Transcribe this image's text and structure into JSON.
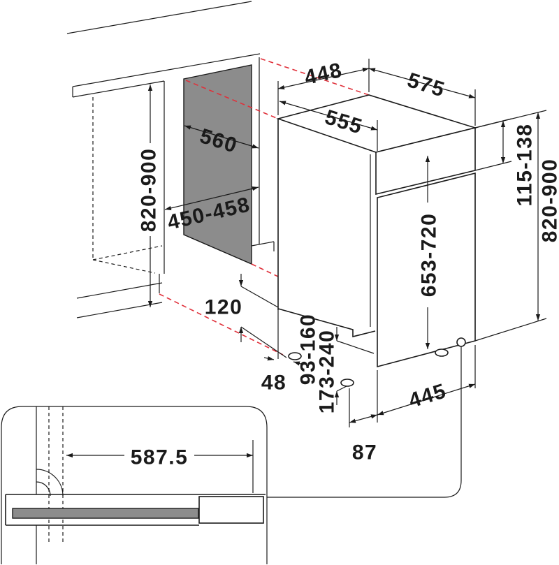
{
  "diagram": {
    "labels": {
      "d448": "448",
      "d575": "575",
      "d555": "555",
      "d560": "560",
      "d450_458": "450-458",
      "d820_900_left": "820-900",
      "d120": "120",
      "d48": "48",
      "d93_160": "93-160",
      "d173_240": "173-240",
      "d653_720": "653-720",
      "d115_138": "115-138",
      "d820_900_right": "820-900",
      "d445": "445",
      "d87": "87",
      "d587_5": "587.5"
    },
    "colors": {
      "line": "#1a1a1a",
      "hidden_edge": "#e0303a",
      "back_panel": "#8c8c8c"
    }
  }
}
